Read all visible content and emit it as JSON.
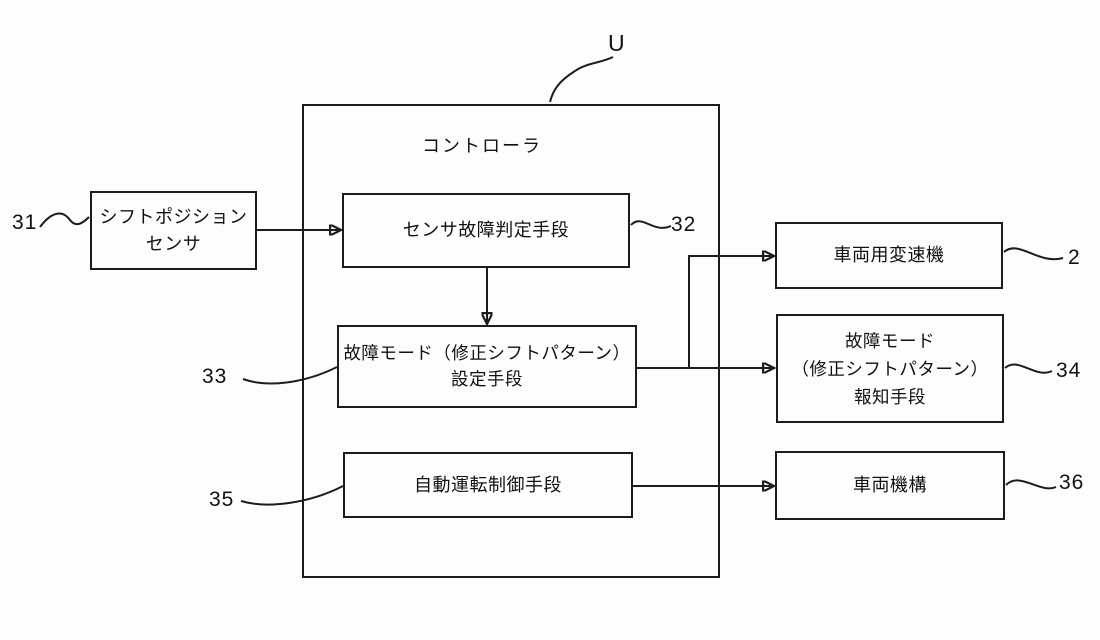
{
  "controller": {
    "title": "コントローラ",
    "ref": "U"
  },
  "boxes": {
    "shift_position_sensor": {
      "text": "シフトポジション\nセンサ",
      "ref": "31"
    },
    "sensor_fault_judging": {
      "text": "センサ故障判定手段",
      "ref": "32"
    },
    "failure_mode_setting": {
      "text": "故障モード（修正シフトパターン）\n設定手段",
      "ref": "33"
    },
    "auto_drive_control": {
      "text": "自動運転制御手段",
      "ref": "35"
    },
    "vehicle_transmission": {
      "text": "車両用変速機",
      "ref": "2"
    },
    "failure_mode_notify": {
      "text": "故障モード\n（修正シフトパターン）\n報知手段",
      "ref": "34"
    },
    "vehicle_mechanism": {
      "text": "車両機構",
      "ref": "36"
    }
  },
  "colors": {
    "line": "#1c1c1c",
    "background": "#fdfdfd"
  }
}
